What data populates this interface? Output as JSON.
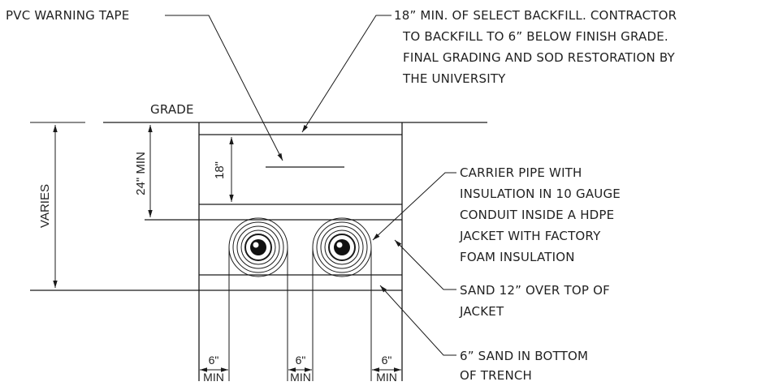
{
  "labels": {
    "pvc_tape": "PVC WARNING TAPE",
    "backfill": [
      "18” MIN. OF SELECT BACKFILL. CONTRACTOR",
      "TO BACKFILL TO 6” BELOW FINISH GRADE.",
      "FINAL GRADING AND SOD RESTORATION BY",
      "THE UNIVERSITY"
    ],
    "grade": "GRADE",
    "carrier": [
      "CARRIER PIPE WITH",
      "INSULATION IN 10 GAUGE",
      "CONDUIT INSIDE A HDPE",
      "JACKET WITH FACTORY",
      "FOAM INSULATION"
    ],
    "sand_top": [
      "SAND 12” OVER TOP OF",
      "JACKET"
    ],
    "sand_bottom": [
      "6” SAND IN BOTTOM",
      "OF TRENCH"
    ]
  },
  "dimensions": {
    "varies": "VARIES",
    "min24": "24\" MIN",
    "d18": "18\"",
    "spacing": [
      "6\"",
      "6\"",
      "6\""
    ],
    "min": [
      "MIN",
      "MIN",
      "MIN"
    ]
  }
}
